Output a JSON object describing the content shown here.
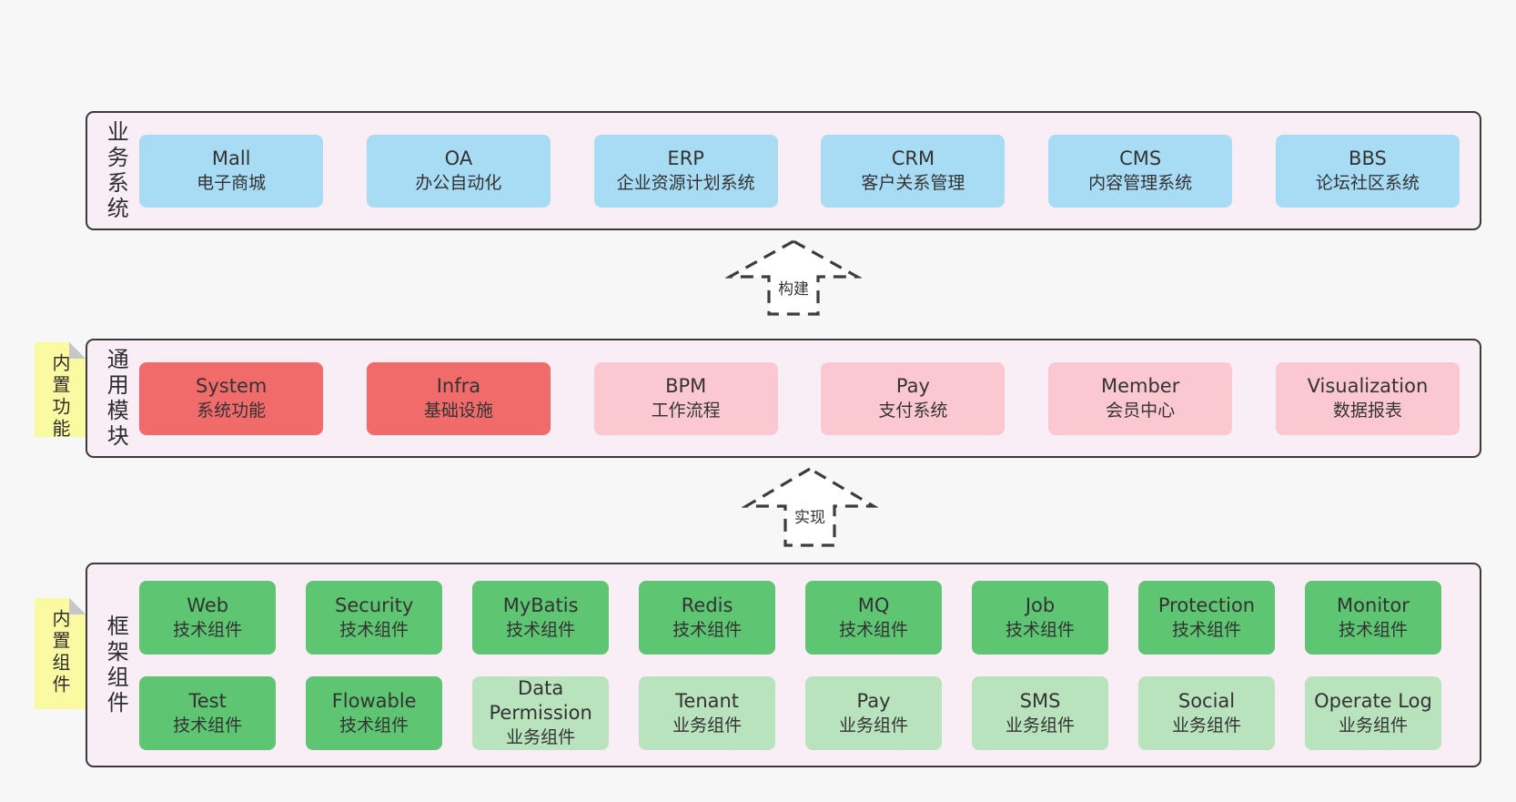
{
  "diagram": {
    "sections": {
      "business": {
        "label": "业务系统",
        "boxes": [
          {
            "name": "Mall",
            "desc": "电子商城"
          },
          {
            "name": "OA",
            "desc": "办公自动化"
          },
          {
            "name": "ERP",
            "desc": "企业资源计划系统"
          },
          {
            "name": "CRM",
            "desc": "客户关系管理"
          },
          {
            "name": "CMS",
            "desc": "内容管理系统"
          },
          {
            "name": "BBS",
            "desc": "论坛社区系统"
          }
        ]
      },
      "modules": {
        "label": "通用模块",
        "note": "内置功能",
        "boxes": [
          {
            "name": "System",
            "desc": "系统功能",
            "variant": "red"
          },
          {
            "name": "Infra",
            "desc": "基础设施",
            "variant": "red"
          },
          {
            "name": "BPM",
            "desc": "工作流程",
            "variant": "pink"
          },
          {
            "name": "Pay",
            "desc": "支付系统",
            "variant": "pink"
          },
          {
            "name": "Member",
            "desc": "会员中心",
            "variant": "pink"
          },
          {
            "name": "Visualization",
            "desc": "数据报表",
            "variant": "pink"
          }
        ]
      },
      "components": {
        "label": "框架组件",
        "note": "内置组件",
        "row1": [
          {
            "name": "Web",
            "desc": "技术组件",
            "variant": "green"
          },
          {
            "name": "Security",
            "desc": "技术组件",
            "variant": "green"
          },
          {
            "name": "MyBatis",
            "desc": "技术组件",
            "variant": "green"
          },
          {
            "name": "Redis",
            "desc": "技术组件",
            "variant": "green"
          },
          {
            "name": "MQ",
            "desc": "技术组件",
            "variant": "green"
          },
          {
            "name": "Job",
            "desc": "技术组件",
            "variant": "green"
          },
          {
            "name": "Protection",
            "desc": "技术组件",
            "variant": "green"
          },
          {
            "name": "Monitor",
            "desc": "技术组件",
            "variant": "green"
          }
        ],
        "row2": [
          {
            "name": "Test",
            "desc": "技术组件",
            "variant": "green"
          },
          {
            "name": "Flowable",
            "desc": "技术组件",
            "variant": "green"
          },
          {
            "name": "Data Permission",
            "desc": "业务组件",
            "variant": "lightgreen"
          },
          {
            "name": "Tenant",
            "desc": "业务组件",
            "variant": "lightgreen"
          },
          {
            "name": "Pay",
            "desc": "业务组件",
            "variant": "lightgreen"
          },
          {
            "name": "SMS",
            "desc": "业务组件",
            "variant": "lightgreen"
          },
          {
            "name": "Social",
            "desc": "业务组件",
            "variant": "lightgreen"
          },
          {
            "name": "Operate Log",
            "desc": "业务组件",
            "variant": "lightgreen"
          }
        ]
      }
    },
    "arrows": [
      {
        "label": "构建"
      },
      {
        "label": "实现"
      }
    ],
    "colors": {
      "page_bg": "#f7f7f7",
      "panel_bg": "#f9edf6",
      "panel_border": "#3a3a3a",
      "blue": "#a8dcf5",
      "red": "#f26b6b",
      "pink": "#fbc8d2",
      "green": "#5ec573",
      "light_green": "#b9e3bc",
      "note_yellow": "#fafaa2",
      "note_fold": "#c7c7c7",
      "text": "#333333"
    }
  }
}
